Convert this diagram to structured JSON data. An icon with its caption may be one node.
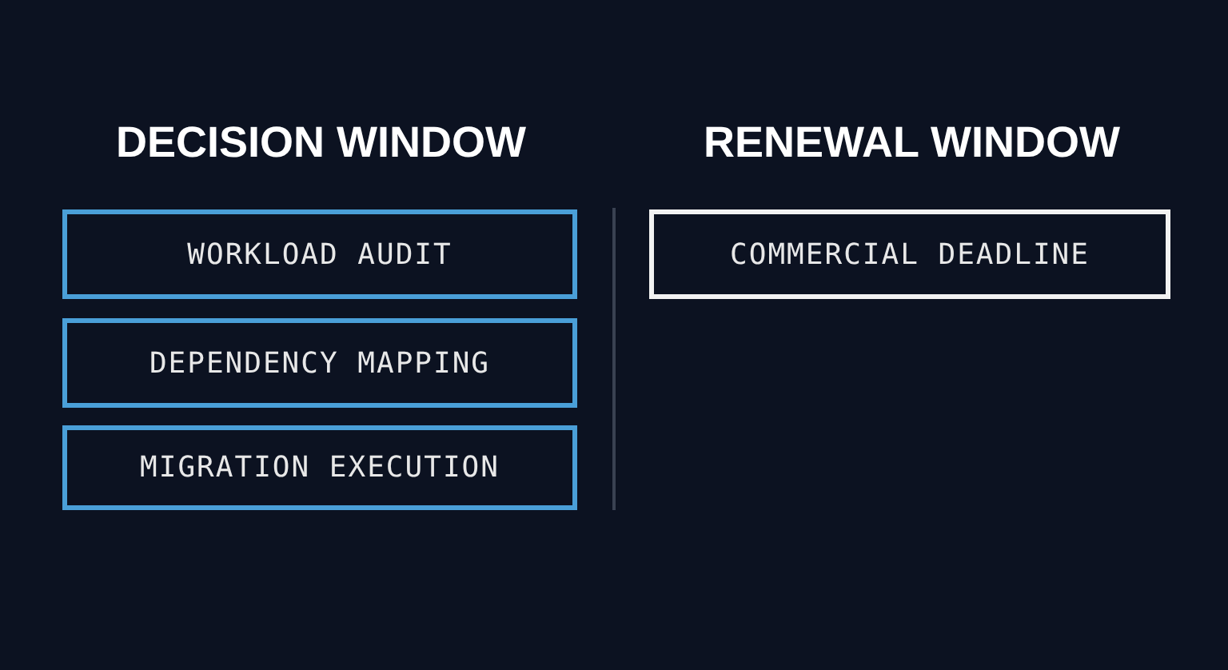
{
  "diagram": {
    "nodes": [
      {
        "text": [
          "WORKLOAD AUDIT"
        ]
      },
      {
        "text": [
          "DEPENDENCY MAPPING"
        ]
      },
      {
        "text": [
          "MIGRATION EXECUTION"
        ]
      },
      {
        "text": [
          "COMMERCIAL DEADLINE"
        ]
      }
    ],
    "labels": [
      "DECISION WINDOW",
      "RENEWAL WINDOW"
    ]
  }
}
